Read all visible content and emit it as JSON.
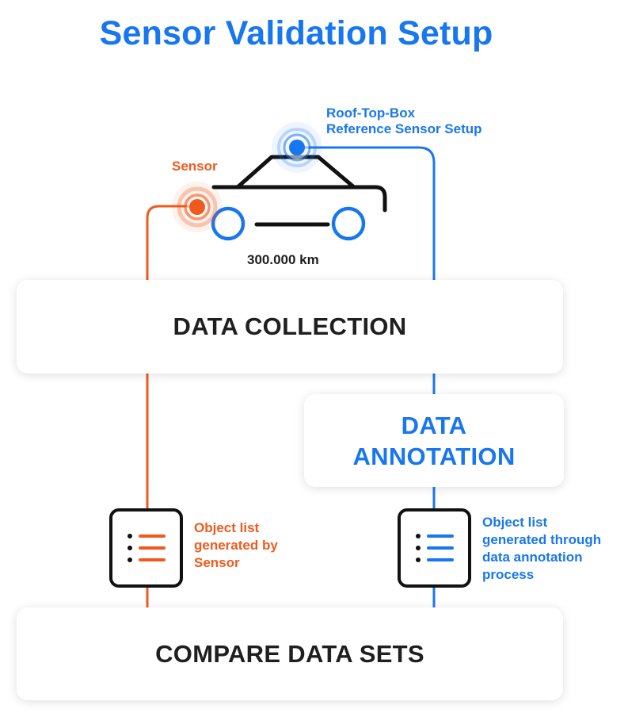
{
  "title": "Sensor Validation Setup",
  "labels": {
    "roof_top_box": [
      "Roof-Top-Box",
      "Reference Sensor Setup"
    ],
    "sensor": "Sensor",
    "mileage": "300.000 km"
  },
  "stages": {
    "data_collection": "DATA COLLECTION",
    "data_annotation": [
      "DATA",
      "ANNOTATION"
    ],
    "compare": "COMPARE DATA SETS"
  },
  "object_lists": {
    "sensor": [
      "Object list",
      "generated by",
      "Sensor"
    ],
    "annotation": [
      "Object list",
      "generated through",
      "data annotation",
      "process"
    ]
  },
  "icons": {
    "sensor_marker": "sensor-target-icon",
    "reference_marker": "reference-sensor-target-icon",
    "car": "car-icon",
    "object_list": "list-icon"
  },
  "colors": {
    "sensor": "#f05a1e",
    "reference": "#1877ee",
    "text": "#1f1f1f"
  }
}
